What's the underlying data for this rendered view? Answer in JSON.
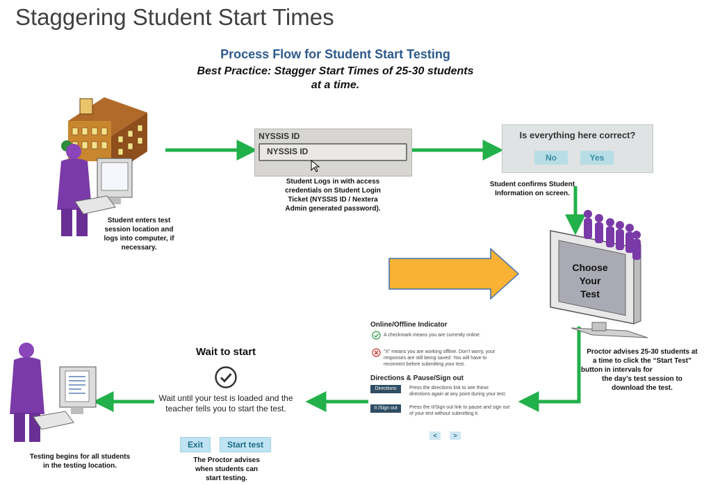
{
  "slide_title": "Staggering Student Start Times",
  "flow_title": "Process Flow for Student Start Testing",
  "best_practice": {
    "line1": "Best Practice: Stagger Start Times of 25-30 students",
    "line2": "at a time."
  },
  "step1_caption": [
    "Student enters test",
    "session location and",
    "logs into computer, if",
    "necessary."
  ],
  "login_screen": {
    "label": "NYSSIS ID",
    "input_value": "NYSSIS ID"
  },
  "step2_caption": [
    "Student Logs in with access",
    "credentials on Student Login",
    "Ticket (NYSSIS ID / Nextera",
    "Admin generated password)."
  ],
  "confirm_screen": {
    "question": "Is everything here correct?",
    "no_label": "No",
    "yes_label": "Yes"
  },
  "step3_caption": [
    "Student confirms Student",
    "Information on screen."
  ],
  "monitor_text": [
    "Choose",
    "Your",
    "Test"
  ],
  "step4_caption": [
    "Proctor advises 25-30 students at",
    "a time to click the “Start Test”",
    "button in                    intervals for",
    "the day’s test session to",
    "download the test."
  ],
  "indicator_panel": {
    "title": "Online/Offline Indicator",
    "online_text": "A checkmark means you are currently online.",
    "offline_text": [
      "“X” means you are working offline. Don’t worry, your",
      "responses are still being saved. You will have to",
      "reconnect before submitting your test."
    ],
    "directions_heading": "Directions & Pause/Sign out",
    "directions_badge": "Directions",
    "directions_text": [
      "Press the directions link to see these",
      "directions again at any point during your test."
    ],
    "signout_badge": "II /Sign out",
    "signout_text": [
      "Press the II/Sign out link to pause and sign out",
      "of your test without submitting it."
    ],
    "prev": "<",
    "next": ">"
  },
  "wait_screen": {
    "title": "Wait to start",
    "text": [
      "Wait until your test is loaded and the",
      "teacher tells you to start the test."
    ],
    "exit_label": "Exit",
    "start_label": "Start test"
  },
  "step5_caption": [
    "The Proctor advises",
    "when students can",
    "start testing."
  ],
  "step6_caption": [
    "Testing begins for all students",
    "in the testing location."
  ],
  "colors": {
    "arrow_green": "#22b04a",
    "block_arrow": "#f9b233",
    "block_arrow_border": "#3d6fb0",
    "figure_purple": "#7a3aa8",
    "title_blue": "#2d5a8c"
  },
  "icons": [
    "school-building-icon",
    "student-at-computer-icon",
    "mouse-cursor-icon",
    "computer-monitor-icon",
    "students-group-icon",
    "check-circle-icon",
    "online-check-icon",
    "offline-x-icon",
    "document-computer-icon"
  ]
}
